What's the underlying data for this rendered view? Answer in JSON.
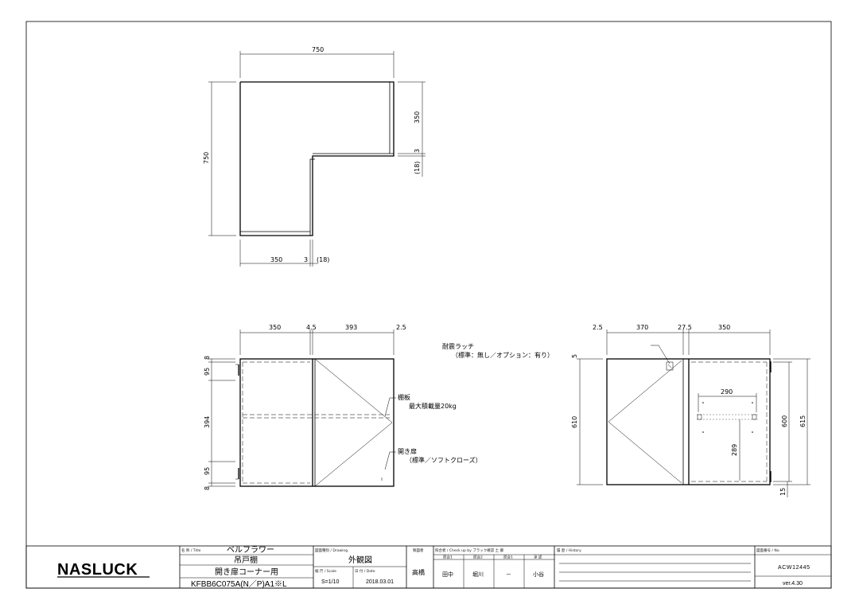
{
  "top_view": {
    "dim_top": "750",
    "dim_left": "750",
    "dim_right": "350",
    "dim_right_gap": "3",
    "dim_right_panel": "(18)",
    "dim_bottom": "350",
    "dim_bottom_gap": "3",
    "dim_bottom_panel": "(18)"
  },
  "front_left": {
    "dims_top": [
      "350",
      "4.5",
      "393",
      "2.5"
    ],
    "dims_left": [
      "8",
      "95",
      "394",
      "95",
      "8"
    ],
    "note_shelf_line1": "棚板",
    "note_shelf_line2": "最大積載量20kg",
    "note_door_line1": "開き扉",
    "note_door_line2": "（標準／ソフトクローズ）"
  },
  "front_right": {
    "dims_top": [
      "2.5",
      "370",
      "27.5",
      "350"
    ],
    "dim_left_top": "5",
    "dim_left": "610",
    "dim_inner_width": "290",
    "dim_inner_height": "289",
    "dim_right_inner": "600",
    "dim_right_outer": "615",
    "dim_bottom_right": "15",
    "note_latch_line1": "耐震ラッチ",
    "note_latch_line2": "（標準：無し／オプション：有り）"
  },
  "title_block": {
    "logo": "NASLUCK",
    "title_caption": "名 称 / Title",
    "title_line1": "ベルフラワー",
    "title_line2": "吊戸棚",
    "title_line3": "開き扉コーナー用",
    "title_line4": "KFBB6C075A(N／P)A1※L",
    "drawing_caption": "図面種別 / Drawing",
    "drawing_value": "外観図",
    "scale_caption": "縮 尺 / Scale",
    "scale_value": "S=1/10",
    "date_caption": "日 付 / Date",
    "date_value": "2018.03.01",
    "drawn_caption": "製図者",
    "drawn_value": "高橋",
    "check_caption": "照合者 / Check up by ブラック確認 土 藤",
    "check_sub": [
      "照合1",
      "照合2",
      "照合1",
      "承 認"
    ],
    "check_values": [
      "田中",
      "堀川",
      "－",
      "小谷"
    ],
    "history_caption": "履 歴 / History",
    "no_caption": "図面番号 / No.",
    "no_value": "ACW12445",
    "version_value": "ver.4.30"
  }
}
